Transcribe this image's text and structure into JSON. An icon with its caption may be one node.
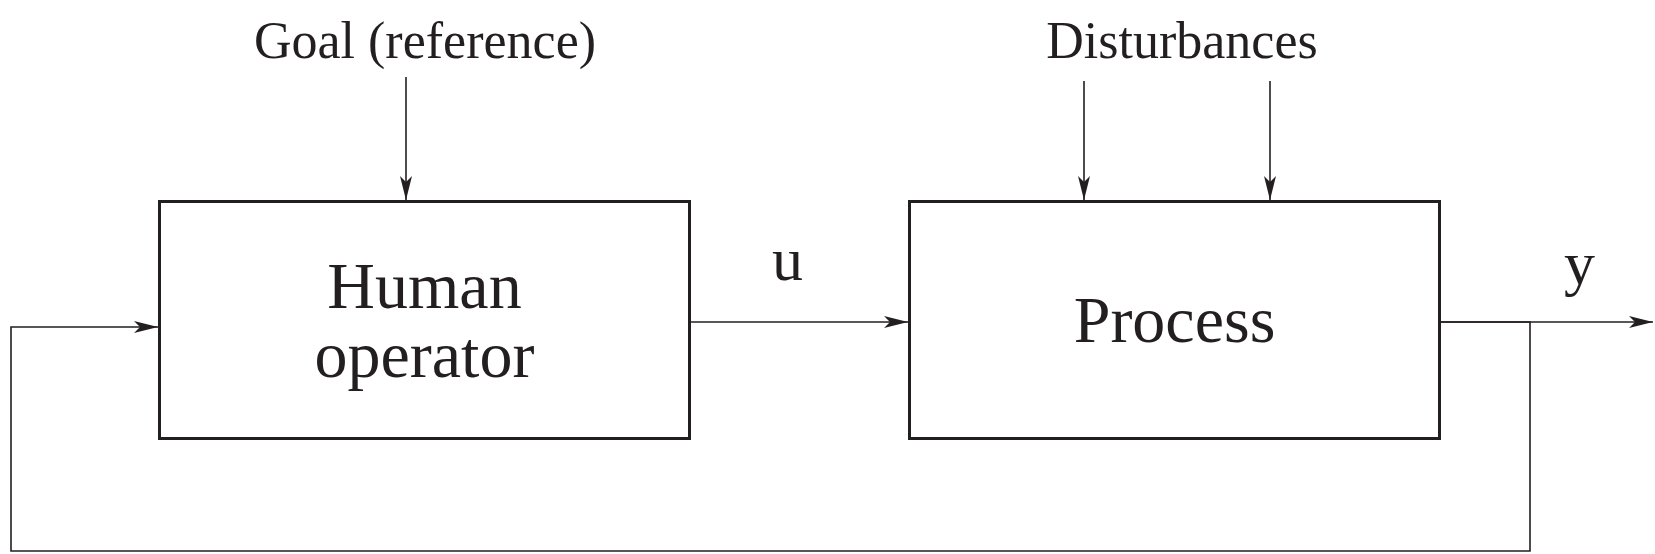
{
  "diagram": {
    "nodes": [
      {
        "text": [
          "Goal (reference)"
        ]
      },
      {
        "text": [
          "Human operator"
        ]
      },
      {
        "text": [
          "Disturbances"
        ]
      },
      {
        "text": [
          "Process"
        ]
      }
    ],
    "edges": [
      {
        "from": 0,
        "to": 1,
        "arrow": "to"
      },
      {
        "from": 2,
        "to": 3,
        "arrow": "to"
      },
      {
        "from": 2,
        "to": 3,
        "arrow": "to"
      },
      {
        "from": 1,
        "to": 3,
        "arrow": "to",
        "label": "u"
      },
      {
        "from": 3,
        "to": null,
        "arrow": "to",
        "label": "y"
      },
      {
        "from": 3,
        "to": 1,
        "arrow": "to"
      }
    ]
  }
}
